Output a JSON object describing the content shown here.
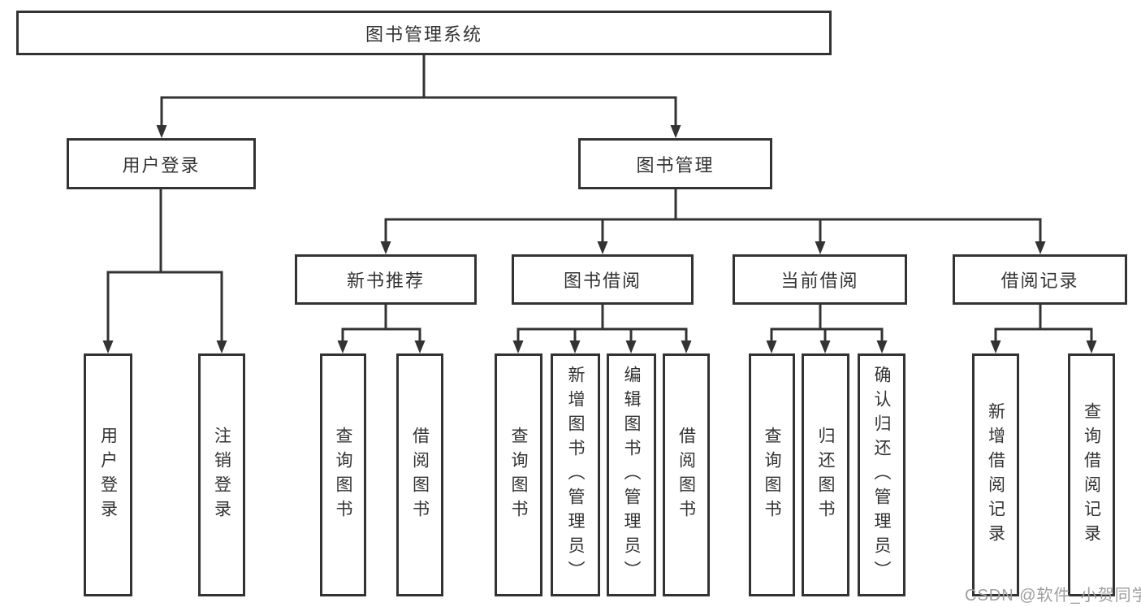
{
  "diagram": {
    "title": "图书管理系统",
    "level2": [
      {
        "label": "用户登录",
        "parent": "图书管理系统"
      },
      {
        "label": "图书管理",
        "parent": "图书管理系统"
      }
    ],
    "level3": [
      {
        "label": "新书推荐",
        "parent": "图书管理"
      },
      {
        "label": "图书借阅",
        "parent": "图书管理"
      },
      {
        "label": "当前借阅",
        "parent": "图书管理"
      },
      {
        "label": "借阅记录",
        "parent": "图书管理"
      }
    ],
    "level4": [
      {
        "label": "用户登录",
        "parent": "用户登录"
      },
      {
        "label": "注销登录",
        "parent": "用户登录"
      },
      {
        "label": "查询图书",
        "parent": "新书推荐"
      },
      {
        "label": "借阅图书",
        "parent": "新书推荐"
      },
      {
        "label": "查询图书",
        "parent": "图书借阅"
      },
      {
        "label": "新增图书（管理员）",
        "parent": "图书借阅"
      },
      {
        "label": "编辑图书（管理员）",
        "parent": "图书借阅"
      },
      {
        "label": "借阅图书",
        "parent": "图书借阅"
      },
      {
        "label": "查询图书",
        "parent": "当前借阅"
      },
      {
        "label": "归还图书",
        "parent": "当前借阅"
      },
      {
        "label": "确认归还（管理员）",
        "parent": "当前借阅"
      },
      {
        "label": "新增借阅记录",
        "parent": "借阅记录"
      },
      {
        "label": "查询借阅记录",
        "parent": "借阅记录"
      }
    ],
    "colors": {
      "line": "#333333",
      "text": "#333333",
      "box_background": "#ffffff"
    }
  },
  "watermark": {
    "text": "CSDN @软件_小贺同学",
    "color": "#9e9e9e"
  }
}
